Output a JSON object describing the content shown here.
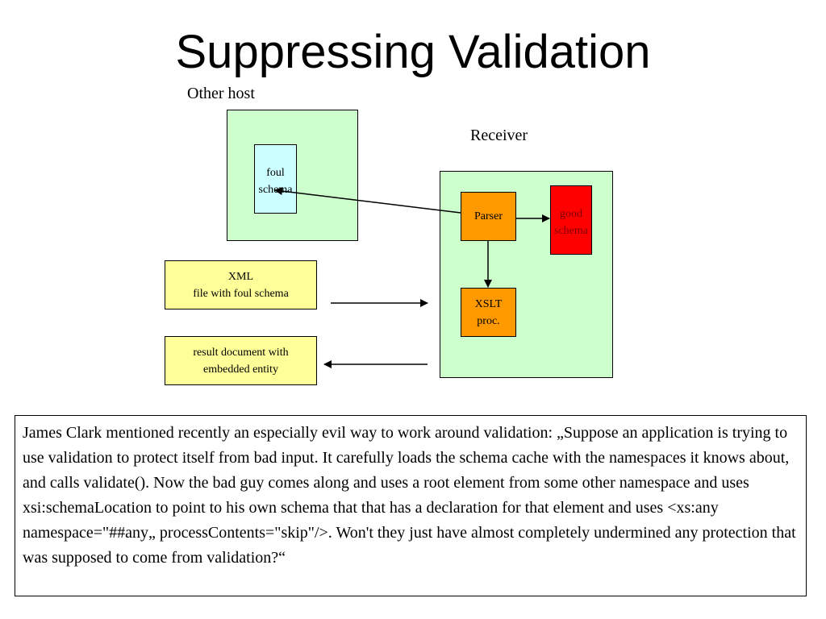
{
  "slide": {
    "title": "Suppressing Validation"
  },
  "diagram": {
    "other_host_label": "Other host",
    "receiver_label": "Receiver",
    "foul_schema_label": "foul\nschema",
    "parser_label": "Parser",
    "good_schema_label": "good\nschema",
    "xslt_label": "XSLT\nproc.",
    "xml_file_label": "XML\nfile with foul schema",
    "result_document_label": "result document with\nembedded entity",
    "colors": {
      "container_fill": "#ccffcc",
      "foul_schema_fill": "#ccffff",
      "parser_fill": "#ff9900",
      "good_schema_fill": "#ff0000",
      "xslt_fill": "#ff9900",
      "document_fill": "#ffff99"
    }
  },
  "quote": {
    "text": "James Clark mentioned recently an especially evil way to work around validation: „Suppose an application is trying to use validation to protect itself from bad input. It carefully loads the schema cache with the namespaces it knows about, and calls validate().  Now the bad guy comes along and uses a root element from some other namespace and uses xsi:schemaLocation to point to his own schema that that has a declaration for that element and uses <xs:any namespace=\"##any„ processContents=\"skip\"/>.  Won't they just have almost completely undermined any protection that was supposed to come from validation?“"
  }
}
